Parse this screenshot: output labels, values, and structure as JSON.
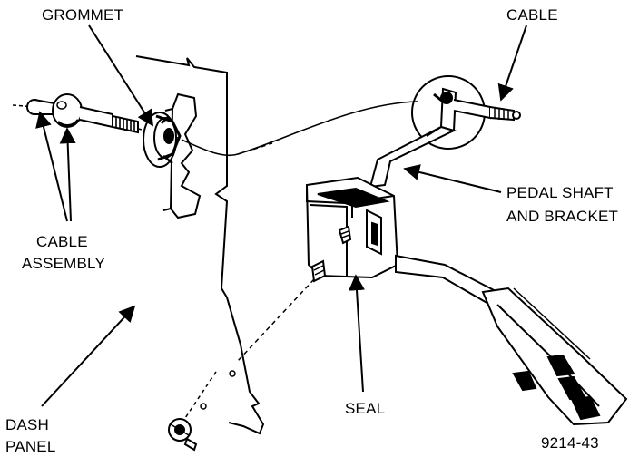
{
  "labels": {
    "grommet": "GROMMET",
    "cable": "CABLE",
    "cable_assembly_line1": "CABLE",
    "cable_assembly_line2": "ASSEMBLY",
    "pedal_line1": "PEDAL SHAFT",
    "pedal_line2": "AND BRACKET",
    "dash_line1": "DASH",
    "dash_line2": "PANEL",
    "seal": "SEAL",
    "figure_number": "9214-43"
  },
  "colors": {
    "ink": "#000000",
    "paper": "#ffffff"
  }
}
